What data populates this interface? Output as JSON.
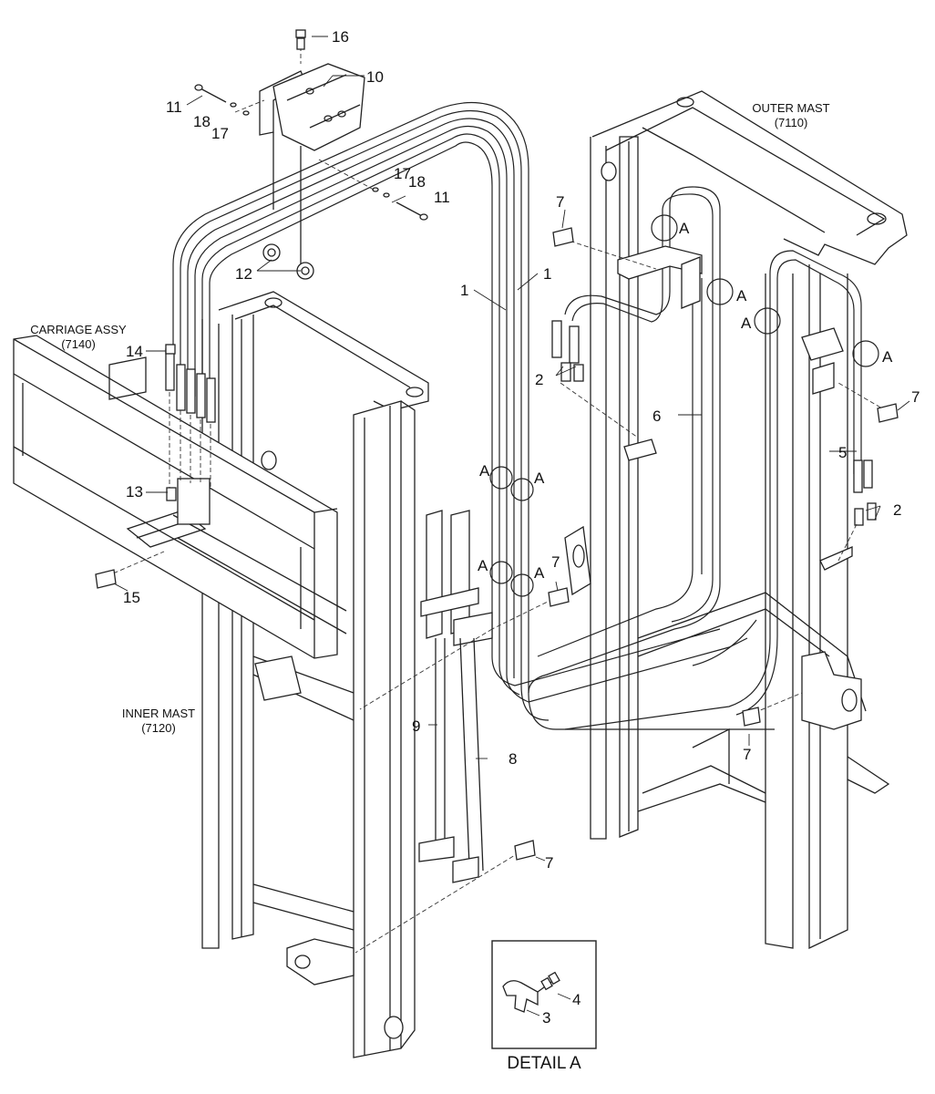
{
  "labels": {
    "outer_mast": "OUTER MAST",
    "outer_mast_code": "(7110)",
    "inner_mast": "INNER MAST",
    "inner_mast_code": "(7120)",
    "carriage": "CARRIAGE ASSY",
    "carriage_code": "(7140)",
    "detail_title": "DETAIL A"
  },
  "parts": {
    "p1": "1",
    "p2": "2",
    "p3": "3",
    "p4": "4",
    "p5": "5",
    "p6": "6",
    "p7": "7",
    "p8": "8",
    "p9": "9",
    "p10": "10",
    "p11": "11",
    "p12": "12",
    "p13": "13",
    "p14": "14",
    "p15": "15",
    "p16": "16",
    "p17": "17",
    "p18": "18"
  },
  "detail_marker": "A"
}
